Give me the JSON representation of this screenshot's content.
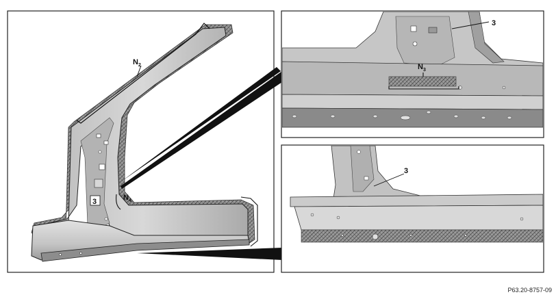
{
  "labels": {
    "n2_main": "N",
    "n2_sub": "2",
    "n3_main": "N",
    "n3_sub": "3",
    "n4_main": "N",
    "n4_sub": "4",
    "part_left": "3",
    "part_top_right": "3",
    "part_bottom_right": "3"
  },
  "figure_ref": "P63.20-8757-09",
  "colors": {
    "metal_light": "#cfcfcf",
    "metal_mid": "#a9a9a9",
    "metal_dark": "#7d7d7d",
    "hatch": "#555555",
    "outline": "#1a1a1a"
  }
}
